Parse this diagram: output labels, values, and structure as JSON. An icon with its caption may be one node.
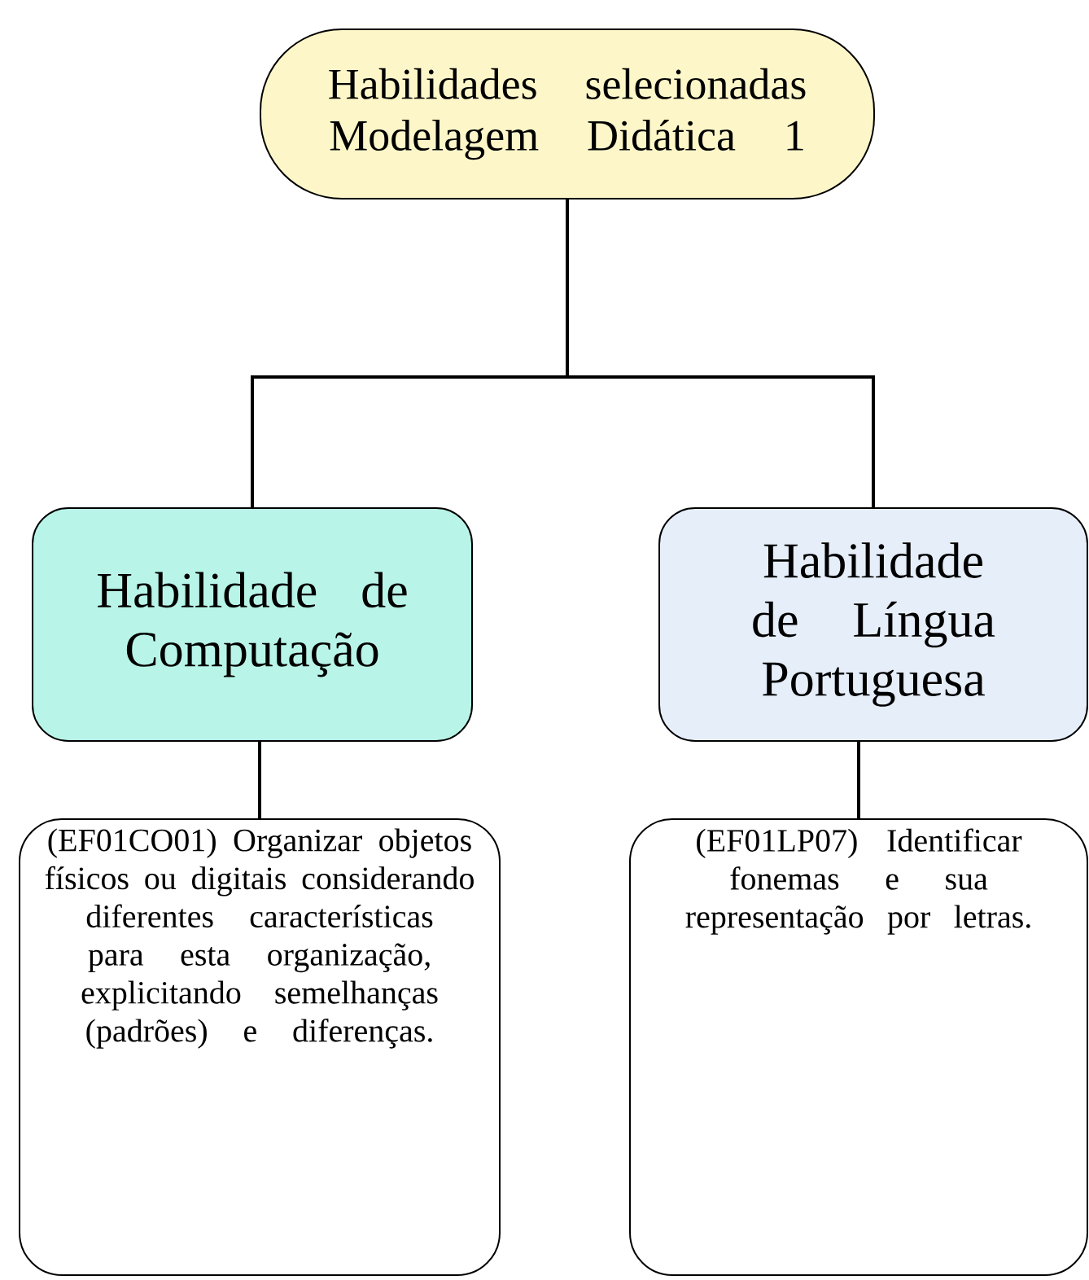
{
  "diagram": {
    "nodes": [
      {
        "text": [
          "Habilidades selecionadas Modelagem Didática 1"
        ]
      },
      {
        "text": [
          "Habilidade de Computação"
        ]
      },
      {
        "text": [
          "Habilidade de Língua Portuguesa"
        ]
      },
      {
        "text": [
          "(EF01CO01) Organizar objetos físicos ou digitais considerando diferentes características para esta organização, explicitando semelhanças (padrões) e diferenças."
        ]
      },
      {
        "text": [
          "(EF01LP07) Identificar fonemas e sua representação por letras."
        ]
      }
    ],
    "edges": [
      {
        "from": 0,
        "to": 1,
        "arrow": "none"
      },
      {
        "from": 0,
        "to": 2,
        "arrow": "none"
      },
      {
        "from": 1,
        "to": 3,
        "arrow": "none"
      },
      {
        "from": 2,
        "to": 4,
        "arrow": "none"
      }
    ]
  }
}
